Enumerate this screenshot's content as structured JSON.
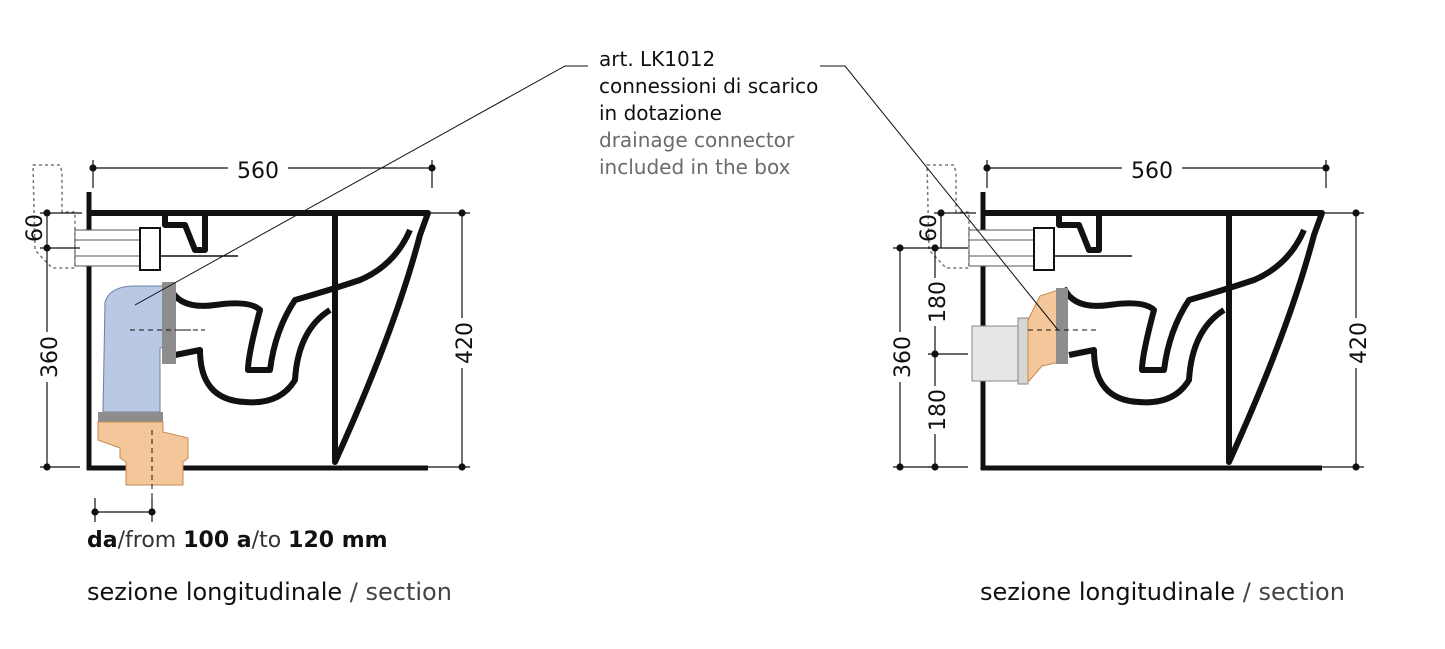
{
  "callout": {
    "line1": "art. LK1012",
    "line2": "connessioni di scarico",
    "line3": "in dotazione",
    "line4": "drainage connector",
    "line5": "included in the box"
  },
  "left_view": {
    "dims": {
      "width": "560",
      "height": "420",
      "top_offset": "60",
      "outlet_height": "360"
    },
    "range": {
      "da": "da",
      "from": "/from ",
      "v100": "100",
      "a": " a",
      "to": "/to ",
      "v120": "120 mm"
    },
    "caption": {
      "it": "sezione longitudinale",
      "en": " / section"
    }
  },
  "right_view": {
    "dims": {
      "width": "560",
      "height": "420",
      "top_offset": "60",
      "outlet_height": "360",
      "upper_half": "180",
      "lower_half": "180"
    },
    "caption": {
      "it": "sezione longitudinale",
      "en": " / section"
    }
  },
  "colors": {
    "connector_blue": "#b9c9e4",
    "connector_orange": "#f4c79a",
    "connector_grey": "#dcdcdc",
    "outline": "#111111"
  }
}
